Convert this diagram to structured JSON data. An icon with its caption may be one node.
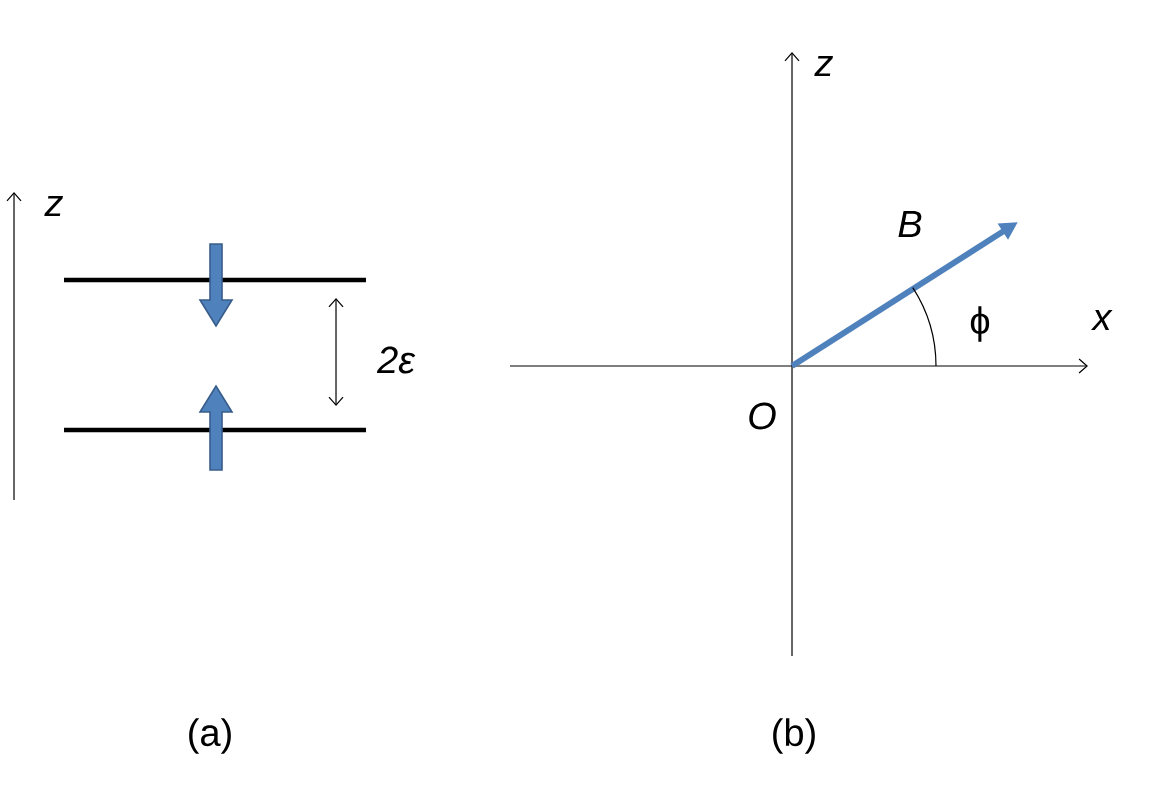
{
  "diagram": {
    "labels": [
      "z",
      "2ε",
      "(a)",
      "z",
      "B",
      "x",
      "ϕ",
      "O",
      "(b)"
    ]
  }
}
